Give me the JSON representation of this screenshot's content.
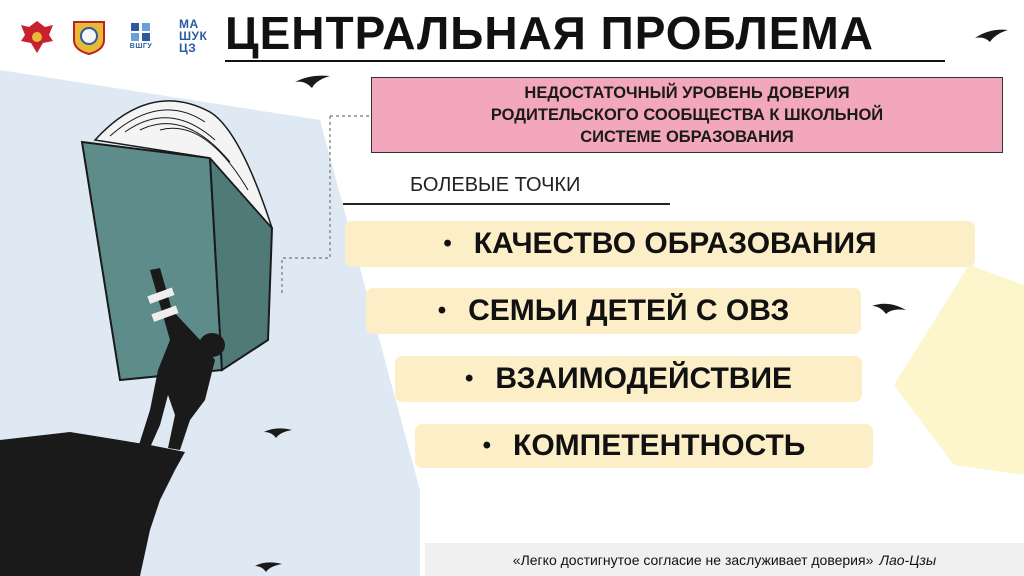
{
  "logos": {
    "logo3_text": "ВШГУ",
    "logo4_text": "МА ШУК ЦЗ"
  },
  "title": "ЦЕНТРАЛЬНАЯ ПРОБЛЕМА",
  "problem": {
    "lines": [
      "НЕДОСТАТОЧНЫЙ УРОВЕНЬ ДОВЕРИЯ",
      "РОДИТЕЛЬСКОГО СООБЩЕСТВА К ШКОЛЬНОЙ",
      "СИСТЕМЕ ОБРАЗОВАНИЯ"
    ]
  },
  "pain_points": {
    "label": "БОЛЕВЫЕ ТОЧКИ",
    "bullet": "•",
    "items": [
      "КАЧЕСТВО ОБРАЗОВАНИЯ",
      "СЕМЬИ ДЕТЕЙ С ОВЗ",
      "ВЗАИМОДЕЙСТВИЕ",
      "КОМПЕТЕНТНОСТЬ"
    ]
  },
  "quote": {
    "text": "«Легко достигнутое согласие не заслуживает доверия»",
    "author": "Лао-Цзы"
  },
  "colors": {
    "problem_box": "#f2a7bd",
    "item_bg": "#fcefc8",
    "bg_blue": "#dfe9f3",
    "bg_yellow": "#fdf6cc",
    "book": "#5e8c8a"
  },
  "icons": [
    "eagle-emblem-icon",
    "university-crest-icon",
    "vshgu-logo-icon",
    "mashuk-logo-icon",
    "bird-icon",
    "book-icon",
    "climber-figure-icon"
  ]
}
